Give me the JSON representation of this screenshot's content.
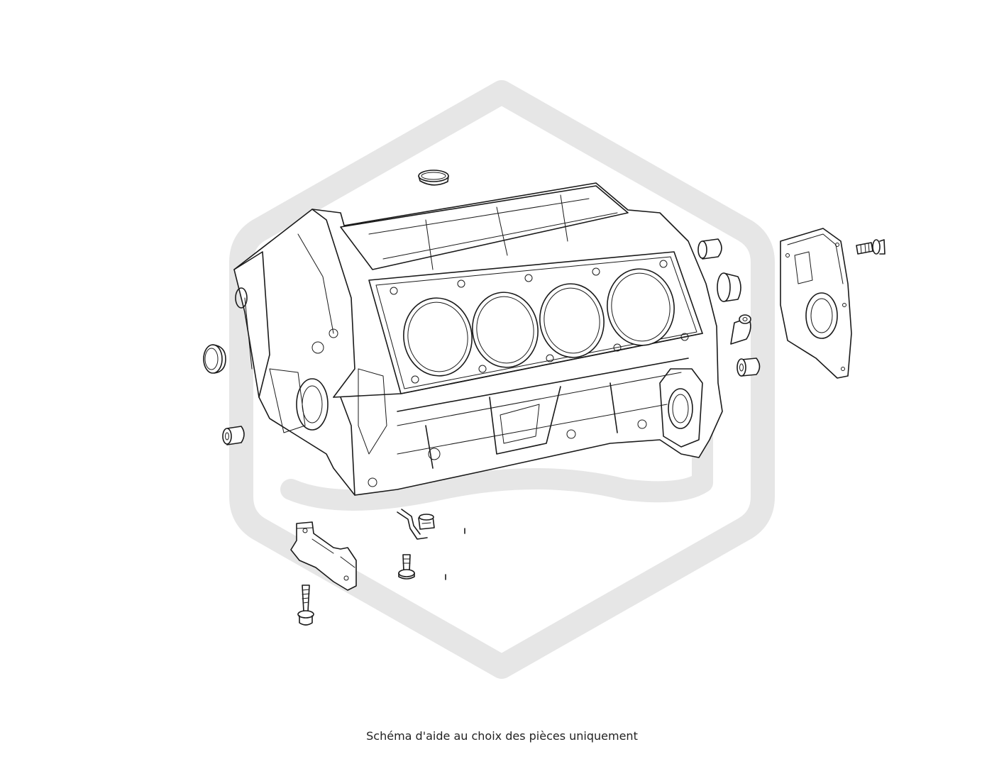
{
  "caption": "Schéma d'aide au choix des pièces uniquement",
  "watermark": {
    "color": "#e6e6e6",
    "shape": "rounded-hexagon-logo"
  },
  "line_color": "#1a1a1a",
  "parts": [
    "engine-block",
    "cylinder-bore",
    "cam-bearing",
    "dowel-sleeve",
    "timing-cover",
    "flange-bolt",
    "main-bearing-brace",
    "oil-squirter-fitting",
    "short-bolt",
    "long-bolt"
  ]
}
